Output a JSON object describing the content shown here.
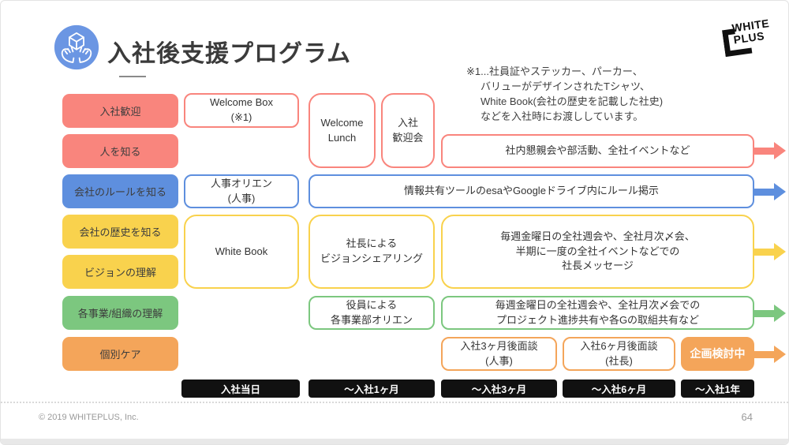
{
  "page": {
    "title": "入社後支援プログラム",
    "footer_left": "© 2019 WHITEPLUS, Inc.",
    "page_number": "64",
    "logo": {
      "line1": "WHITE",
      "line2": "PLUS"
    }
  },
  "note": {
    "lines": [
      "※1...社員証やステッカー、パーカー、",
      "バリューがデザインされたTシャツ、",
      "White Book(会社の歴史を記載した社史)",
      "などを入社時にお渡ししています。"
    ]
  },
  "categories": [
    {
      "label": "入社歓迎",
      "color": "#F9857D"
    },
    {
      "label": "人を知る",
      "color": "#F9857D"
    },
    {
      "label": "会社のルールを知る",
      "color": "#5E8FDE"
    },
    {
      "label": "会社の歴史を知る",
      "color": "#F9D24D"
    },
    {
      "label": "ビジョンの理解",
      "color": "#F9D24D"
    },
    {
      "label": "各事業/組織の理解",
      "color": "#7CC77F"
    },
    {
      "label": "個別ケア",
      "color": "#F4A55A"
    }
  ],
  "boxes": {
    "welcome_box": "Welcome Box\n(※1)",
    "welcome_lunch": "Welcome\nLunch",
    "kangeikai": "入社\n歓迎会",
    "wide_red": "社内懇親会や部活動、全社イベントなど",
    "jinji_orien": "人事オリエン\n(人事)",
    "wide_blue": "情報共有ツールのesaやGoogleドライブ内にルール掲示",
    "white_book": "White Book",
    "vision_sharing": "社長による\nビジョンシェアリング",
    "wide_yellow": "毎週金曜日の全社週会や、全社月次〆会、\n半期に一度の全社イベントなどでの\n社長メッセージ",
    "yakuin_orien": "役員による\n各事業部オリエン",
    "wide_green": "毎週金曜日の全社週会や、全社月次〆会での\nプロジェクト進捗共有や各Gの取組共有など",
    "mendan_3m": "入社3ヶ月後面談\n(人事)",
    "mendan_6m": "入社6ヶ月後面談\n(社長)",
    "kikaku": "企画検討中"
  },
  "timeline": [
    "入社当日",
    "〜入社1ヶ月",
    "〜入社3ヶ月",
    "〜入社6ヶ月",
    "〜入社1年"
  ],
  "colors": {
    "red": "#F9857D",
    "blue": "#5E8FDE",
    "yellow": "#F9D24D",
    "green": "#7CC77F",
    "orange": "#F4A55A",
    "timeline_black": "#111111",
    "icon_blue": "#6B96E3",
    "title_text": "#3B3B3B",
    "footer_gray": "#9A9A9A"
  }
}
